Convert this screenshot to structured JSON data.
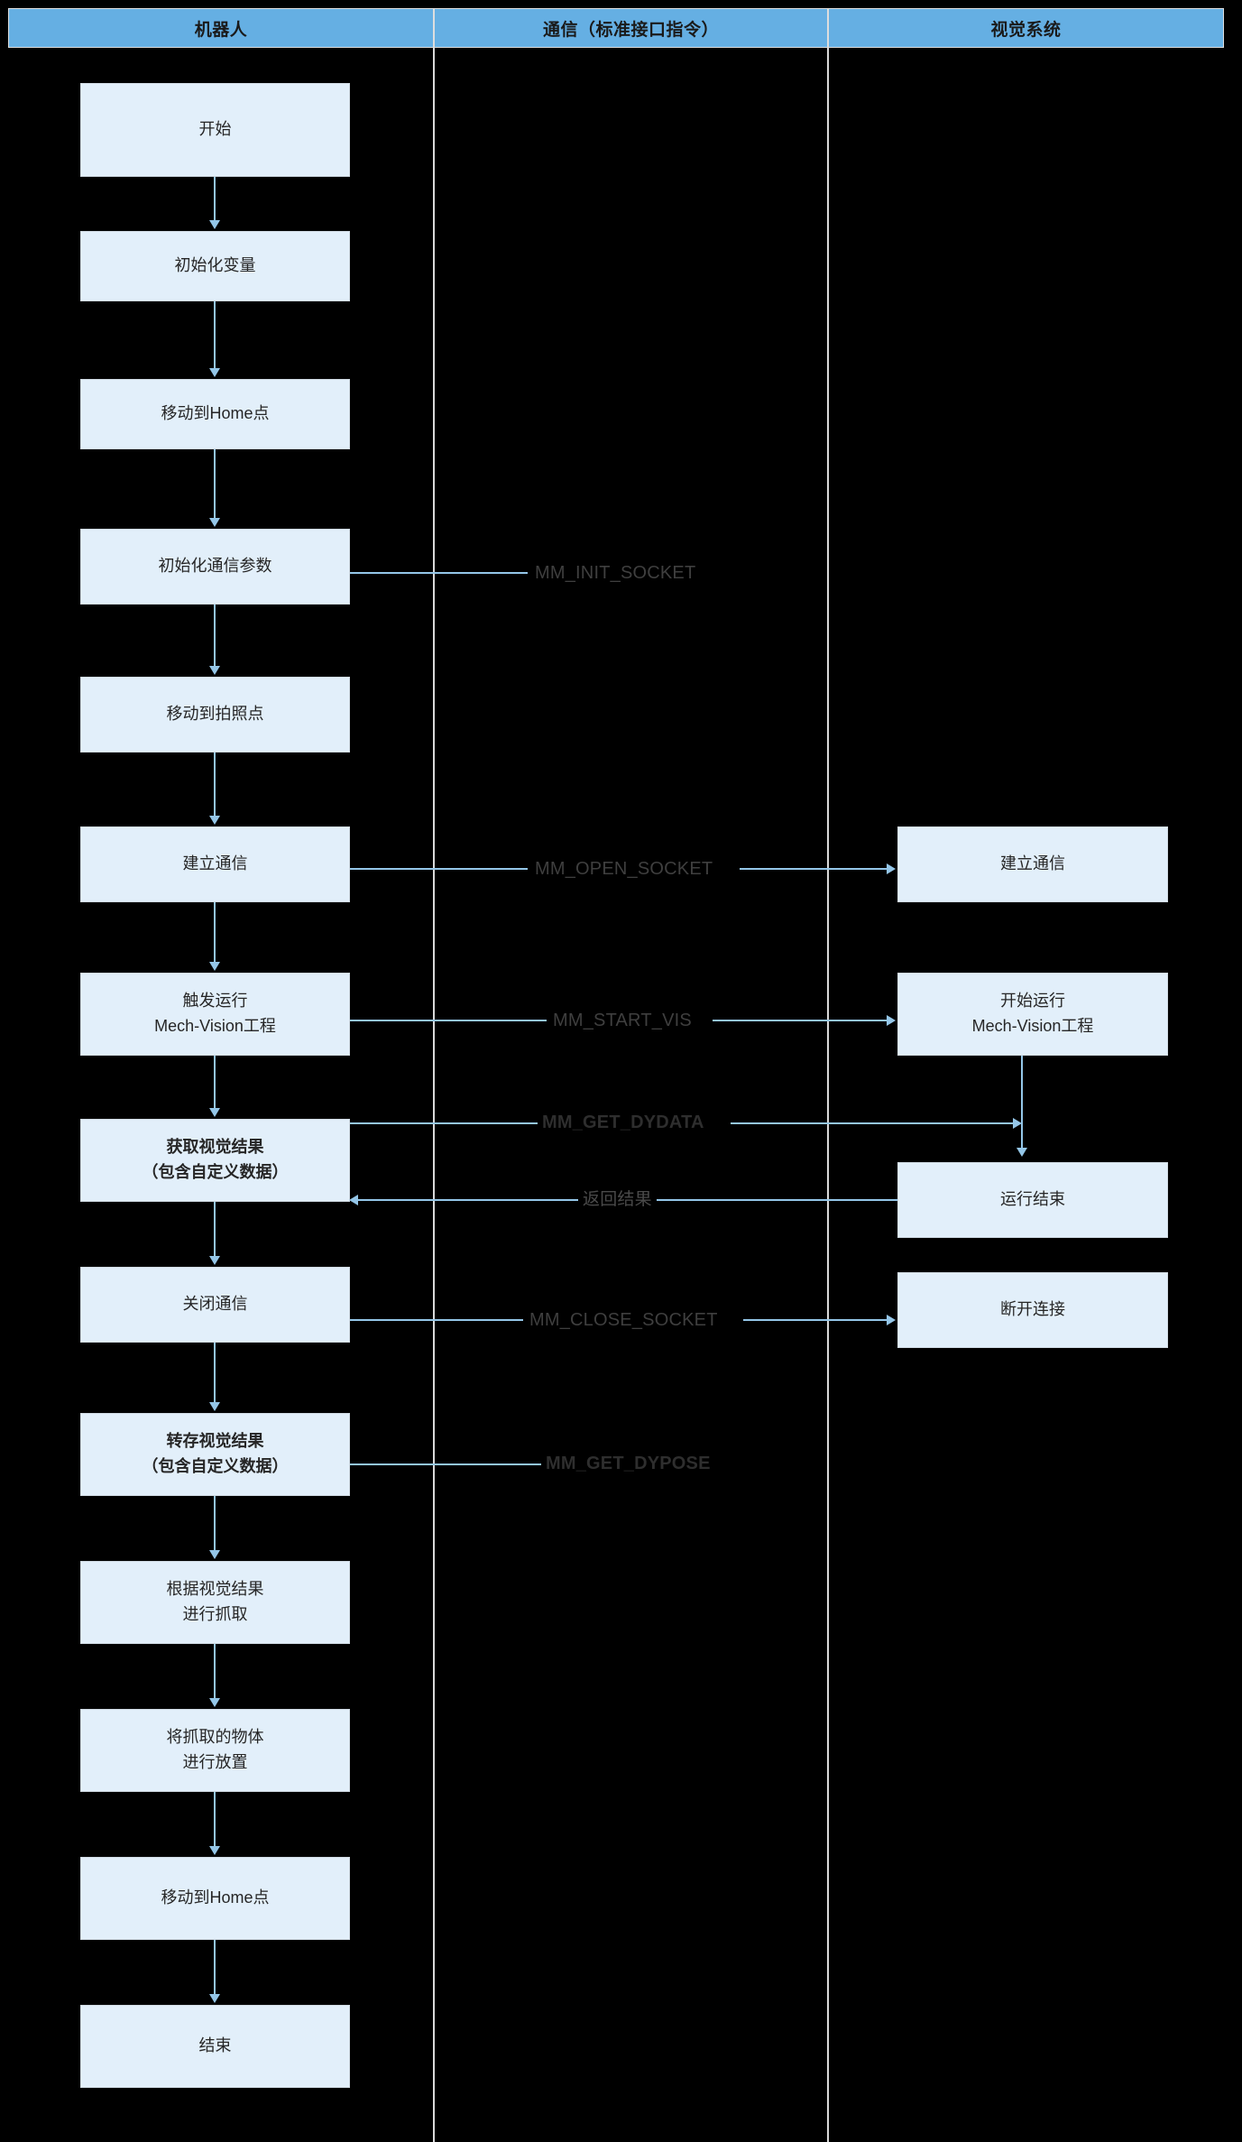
{
  "lanes": {
    "robot": "机器人",
    "communication": "通信（标准接口指令）",
    "vision": "视觉系统"
  },
  "colors": {
    "lane_header_bg": "#65AFE3",
    "node_bg": "#E2EFFA",
    "node_border": "#CFD9E2",
    "connector": "#94C6E8",
    "background": "#000000",
    "text": "#262626"
  },
  "robot_nodes": [
    {
      "id": "start",
      "lines": [
        "开始"
      ],
      "bold": false
    },
    {
      "id": "init-vars",
      "lines": [
        "初始化变量"
      ],
      "bold": false
    },
    {
      "id": "move-home-1",
      "lines": [
        "移动到Home点"
      ],
      "bold": false
    },
    {
      "id": "init-comm",
      "lines": [
        "初始化通信参数"
      ],
      "bold": false
    },
    {
      "id": "move-capture",
      "lines": [
        "移动到拍照点"
      ],
      "bold": false
    },
    {
      "id": "open-comm",
      "lines": [
        "建立通信"
      ],
      "bold": false
    },
    {
      "id": "trigger-run",
      "lines": [
        "触发运行",
        "Mech-Vision工程"
      ],
      "bold": false
    },
    {
      "id": "get-result",
      "lines": [
        "获取视觉结果",
        "（包含自定义数据）"
      ],
      "bold": true
    },
    {
      "id": "close-comm",
      "lines": [
        "关闭通信"
      ],
      "bold": false
    },
    {
      "id": "save-result",
      "lines": [
        "转存视觉结果",
        "（包含自定义数据）"
      ],
      "bold": true
    },
    {
      "id": "pick",
      "lines": [
        "根据视觉结果",
        "进行抓取"
      ],
      "bold": false
    },
    {
      "id": "place",
      "lines": [
        "将抓取的物体",
        "进行放置"
      ],
      "bold": false
    },
    {
      "id": "move-home-2",
      "lines": [
        "移动到Home点"
      ],
      "bold": false
    },
    {
      "id": "end",
      "lines": [
        "结束"
      ],
      "bold": false
    }
  ],
  "vision_nodes": [
    {
      "id": "vis-open-comm",
      "lines": [
        "建立通信"
      ]
    },
    {
      "id": "vis-start-run",
      "lines": [
        "开始运行",
        "Mech-Vision工程"
      ]
    },
    {
      "id": "vis-run-end",
      "lines": [
        "运行结束"
      ]
    },
    {
      "id": "vis-disconnect",
      "lines": [
        "断开连接"
      ]
    }
  ],
  "commands": [
    {
      "id": "cmd-init-socket",
      "text": "MM_INIT_SOCKET",
      "bold": false,
      "chinese": false
    },
    {
      "id": "cmd-open-socket",
      "text": "MM_OPEN_SOCKET",
      "bold": false,
      "chinese": false
    },
    {
      "id": "cmd-start-vis",
      "text": "MM_START_VIS",
      "bold": false,
      "chinese": false
    },
    {
      "id": "cmd-get-dydata",
      "text": "MM_GET_DYDATA",
      "bold": true,
      "chinese": false
    },
    {
      "id": "cmd-return",
      "text": "返回结果",
      "bold": false,
      "chinese": true
    },
    {
      "id": "cmd-close-socket",
      "text": "MM_CLOSE_SOCKET",
      "bold": false,
      "chinese": false
    },
    {
      "id": "cmd-get-dypose",
      "text": "MM_GET_DYPOSE",
      "bold": true,
      "chinese": false
    }
  ]
}
